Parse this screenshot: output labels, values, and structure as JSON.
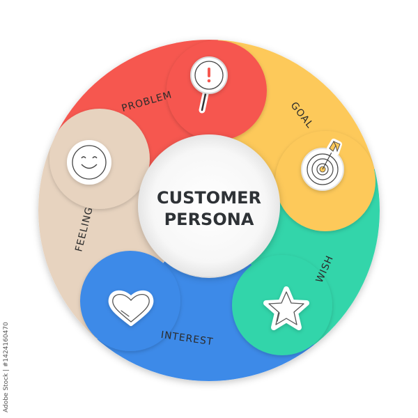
{
  "title": {
    "line1": "CUSTOMER",
    "line2": "PERSONA"
  },
  "segments": [
    {
      "id": "problem",
      "label": "PROBLEM",
      "color": "#F6574F",
      "icon": "magnifier-exclamation-icon"
    },
    {
      "id": "goal",
      "label": "GOAL",
      "color": "#FDC95A",
      "icon": "target-arrow-icon"
    },
    {
      "id": "wish",
      "label": "WISH",
      "color": "#33D5AA",
      "icon": "star-icon"
    },
    {
      "id": "interest",
      "label": "INTEREST",
      "color": "#3D8AE8",
      "icon": "heart-icon"
    },
    {
      "id": "feeling",
      "label": "FEELING",
      "color": "#E7D3BF",
      "icon": "smiley-icon"
    }
  ],
  "watermark": "Adobe Stock | #1424160470"
}
